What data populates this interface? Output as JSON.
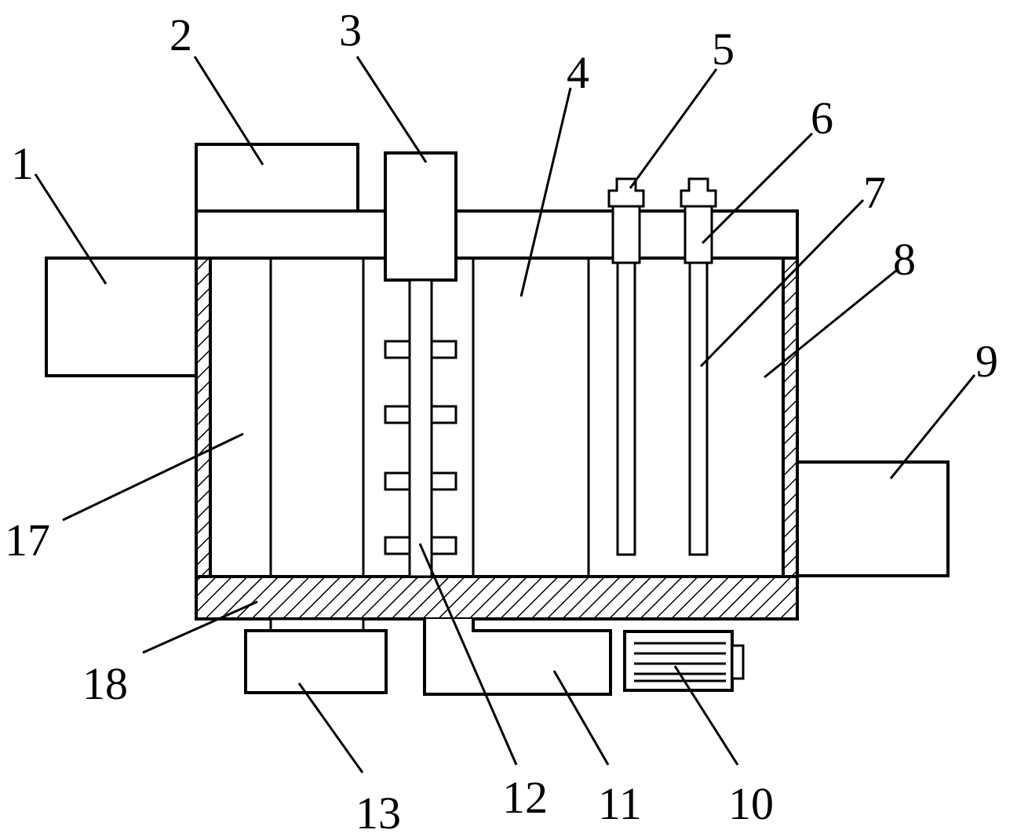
{
  "labels": {
    "l1": "1",
    "l2": "2",
    "l3": "3",
    "l4": "4",
    "l5": "5",
    "l6": "6",
    "l7": "7",
    "l8": "8",
    "l9": "9",
    "l10": "10",
    "l11": "11",
    "l12": "12",
    "l13": "13",
    "l17": "17",
    "l18": "18"
  }
}
